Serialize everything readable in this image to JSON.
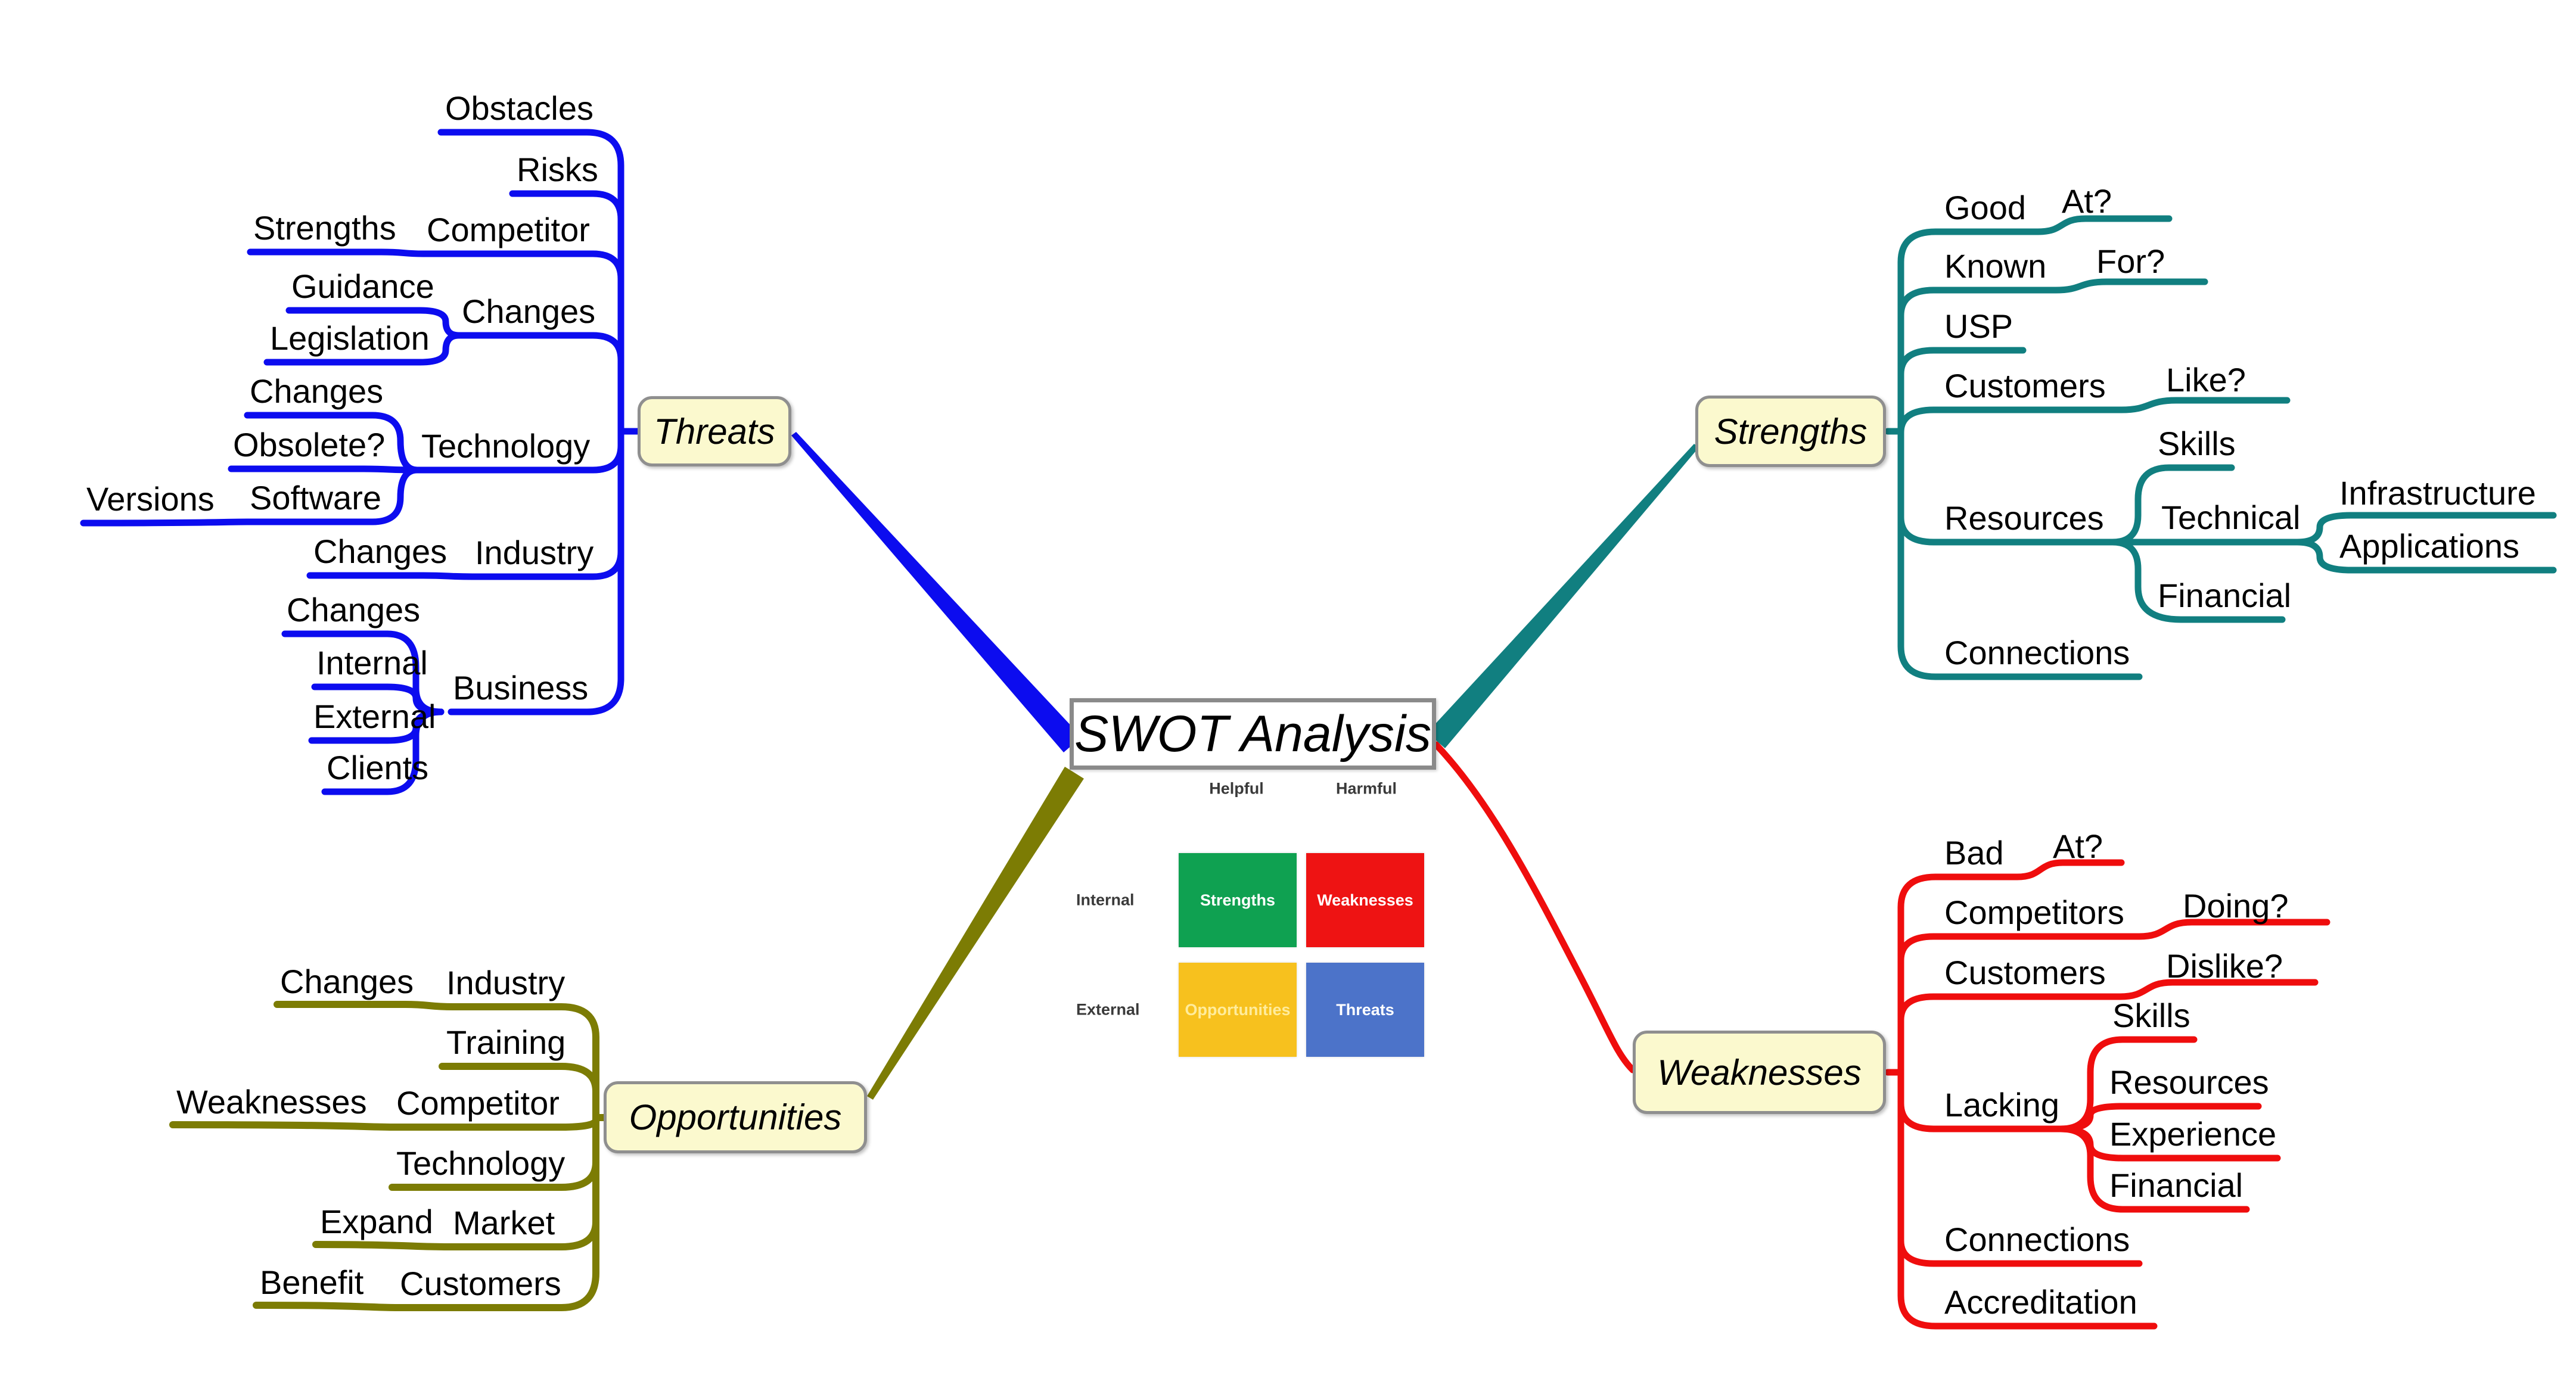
{
  "title": {
    "text": "SWOT Analysis"
  },
  "matrix": {
    "column_headers": [
      "Helpful",
      "Harmful"
    ],
    "row_headers": [
      "Internal",
      "External"
    ],
    "quadrants": [
      {
        "label": "Strengths"
      },
      {
        "label": "Weaknesses"
      },
      {
        "label": "Opportunities"
      },
      {
        "label": "Threats"
      }
    ]
  },
  "branches": {
    "threats": {
      "label": "Threats",
      "children": {
        "obstacles": "Obstacles",
        "risks": "Risks",
        "competitor": "Competitor",
        "competitor_strengths": "Strengths",
        "changes": "Changes",
        "changes_guidance": "Guidance",
        "changes_legislation": "Legislation",
        "technology": "Technology",
        "technology_changes": "Changes",
        "technology_obsolete": "Obsolete?",
        "technology_software": "Software",
        "software_versions": "Versions",
        "industry": "Industry",
        "industry_changes": "Changes",
        "business": "Business",
        "business_changes": "Changes",
        "business_internal": "Internal",
        "business_external": "External",
        "business_clients": "Clients"
      }
    },
    "strengths": {
      "label": "Strengths",
      "children": {
        "good": "Good",
        "good_at": "At?",
        "known": "Known",
        "known_for": "For?",
        "usp": "USP",
        "customers": "Customers",
        "customers_like": "Like?",
        "resources": "Resources",
        "resources_skills": "Skills",
        "resources_technical": "Technical",
        "technical_infrastructure": "Infrastructure",
        "technical_applications": "Applications",
        "resources_financial": "Financial",
        "connections": "Connections"
      }
    },
    "weaknesses": {
      "label": "Weaknesses",
      "children": {
        "bad": "Bad",
        "bad_at": "At?",
        "competitors": "Competitors",
        "competitors_doing": "Doing?",
        "customers": "Customers",
        "customers_dislike": "Dislike?",
        "lacking": "Lacking",
        "lacking_skills": "Skills",
        "lacking_resources": "Resources",
        "lacking_experience": "Experience",
        "lacking_financial": "Financial",
        "connections": "Connections",
        "accreditation": "Accreditation"
      }
    },
    "opportunities": {
      "label": "Opportunities",
      "children": {
        "industry": "Industry",
        "industry_changes": "Changes",
        "training": "Training",
        "competitor": "Competitor",
        "competitor_weaknesses": "Weaknesses",
        "technology": "Technology",
        "market": "Market",
        "market_expand": "Expand",
        "customers": "Customers",
        "customers_benefit": "Benefit"
      }
    }
  },
  "colors": {
    "threats": "#0C0CEF",
    "strengths": "#117F80",
    "weaknesses": "#EF0D0D",
    "opportunities": "#7C7C04",
    "node_fill": "#FBF9CE",
    "node_border": "#8F8F8F",
    "title_border": "#8A8A8A",
    "quad_strengths": "#0FA151",
    "quad_weaknesses": "#EE1313",
    "quad_opportunities": "#F7C11E",
    "quad_opportunities_text": "#FFEC9C",
    "quad_threats": "#4C73C9"
  }
}
